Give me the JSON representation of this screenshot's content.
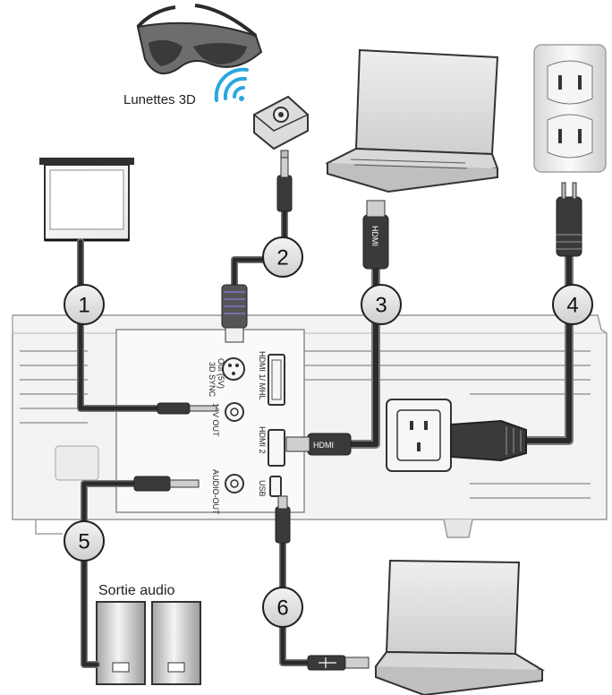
{
  "labels": {
    "glasses": "Lunettes 3D",
    "audio_out": "Sortie audio"
  },
  "callouts": [
    "1",
    "2",
    "3",
    "4",
    "5",
    "6"
  ],
  "ports": {
    "sync_3d": "3D SYNC",
    "sync_3d_sub": "Out (5V)",
    "hdmi1": "HDMI 1/ MHL",
    "out12v": "12V OUT",
    "hdmi2": "HDMI 2",
    "audio": "AUDIO-OUT",
    "usb": "USB"
  },
  "connector_text": {
    "hdmi_plug": "HDMI",
    "hdmi_vertical": "HDMI"
  },
  "colors": {
    "cable": "#2b2b2b",
    "cable_outline": "#7a7a7a",
    "circle_fill": "#e6e6e6",
    "body_fill": "#f2f2f2",
    "wifi": "#2aa7e0"
  }
}
